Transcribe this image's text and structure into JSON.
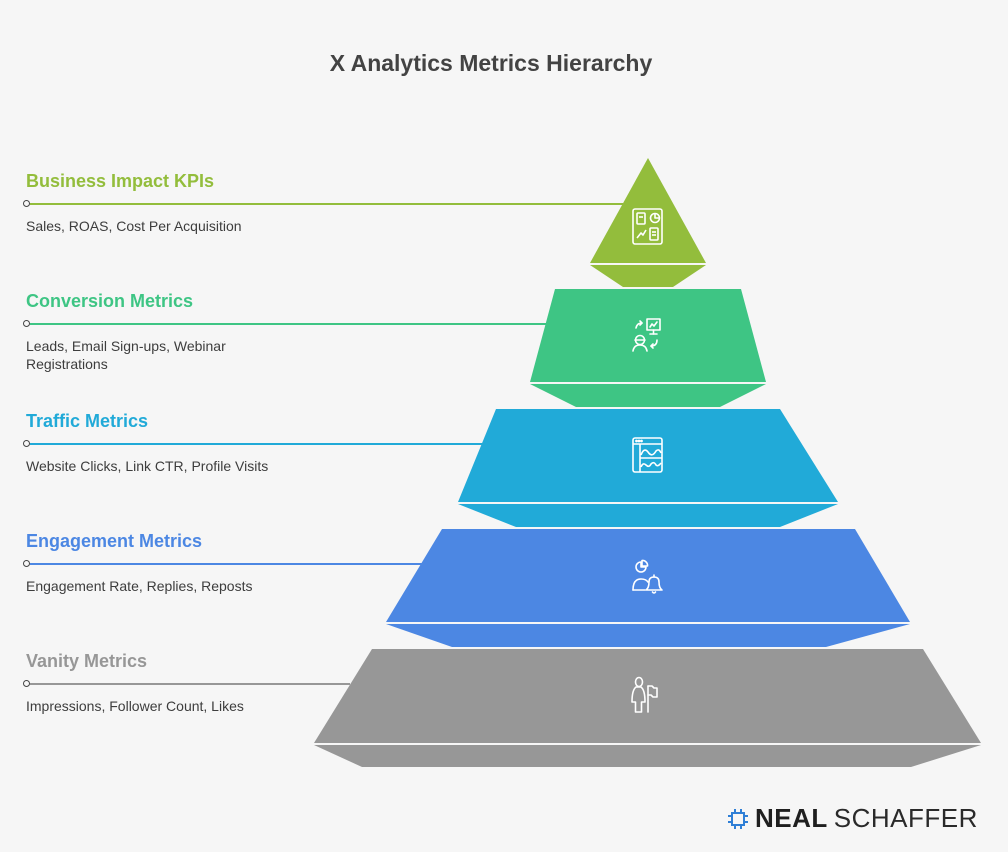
{
  "title": "X Analytics Metrics Hierarchy",
  "levels": [
    {
      "title": "Business Impact KPIs",
      "description": "Sales, ROAS, Cost Per Acquisition",
      "icon": "dashboard-report-icon",
      "color": "#93bd3c"
    },
    {
      "title": "Conversion Metrics",
      "description": "Leads, Email Sign-ups, Webinar Registrations",
      "icon": "user-conversion-chart-icon",
      "color": "#3ec584"
    },
    {
      "title": "Traffic Metrics",
      "description": "Website Clicks, Link CTR, Profile Visits",
      "icon": "browser-analytics-icon",
      "color": "#21aad8"
    },
    {
      "title": "Engagement Metrics",
      "description": "Engagement Rate, Replies, Reposts",
      "icon": "user-bell-pie-icon",
      "color": "#4c87e3"
    },
    {
      "title": "Vanity Metrics",
      "description": "Impressions, Follower Count, Likes",
      "icon": "person-flag-icon",
      "color": "#979797"
    }
  ],
  "logo": {
    "bold": "NEAL",
    "light": "SCHAFFER",
    "icon": "chip-icon",
    "color": "#2f7fd6"
  }
}
